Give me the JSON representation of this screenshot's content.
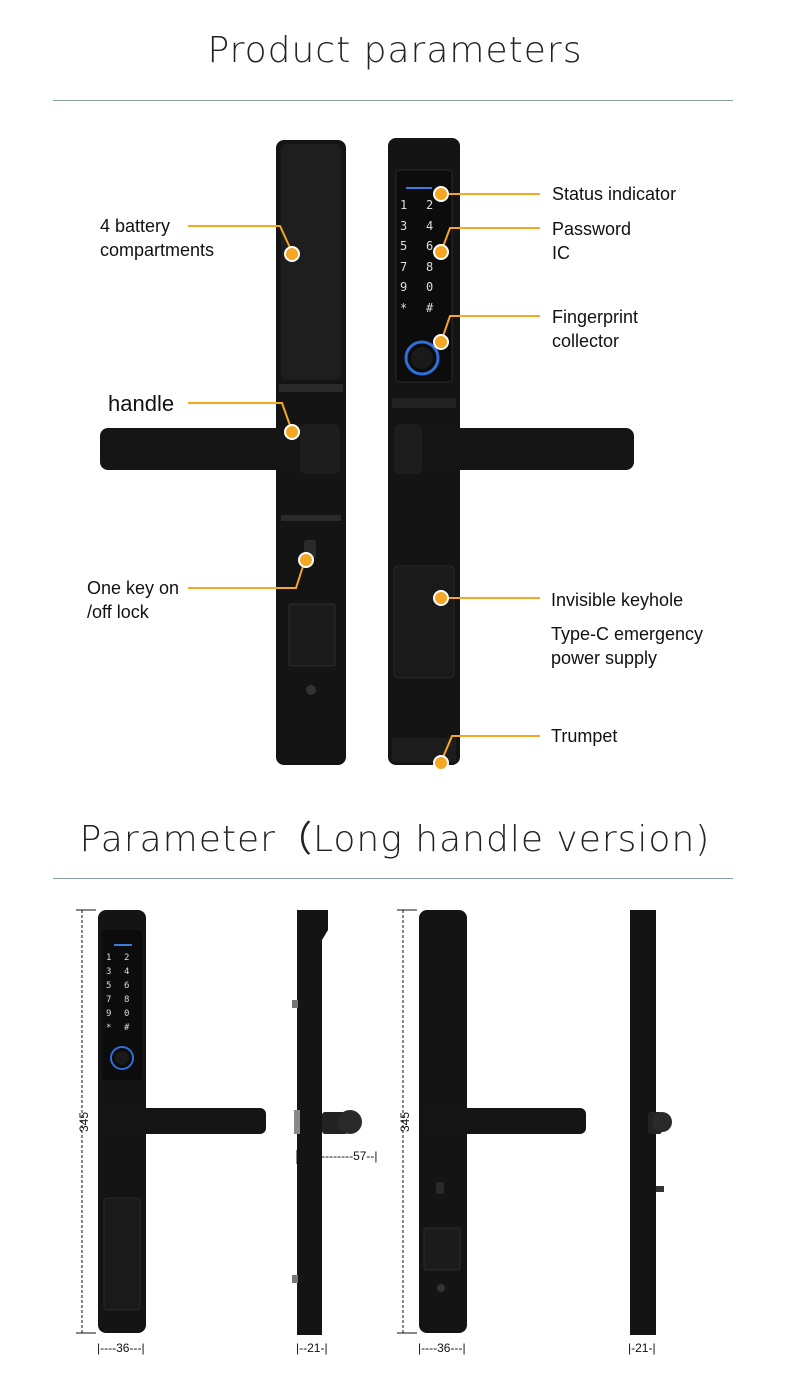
{
  "section1": {
    "title": "Product parameters"
  },
  "section2": {
    "title": "Parameter（Long handle version)"
  },
  "callouts": {
    "battery": [
      "4 battery",
      "compartments"
    ],
    "handle": "handle",
    "onekey": [
      "One key on",
      "/off lock"
    ],
    "status": "Status indicator",
    "password": [
      "Password",
      "IC"
    ],
    "fingerprint": [
      "Fingerprint",
      "collector"
    ],
    "keyhole": "Invisible keyhole",
    "typec": [
      "Type-C emergency",
      "power supply"
    ],
    "trumpet": "Trumpet"
  },
  "keypad": [
    "1",
    "2",
    "3",
    "4",
    "5",
    "6",
    "7",
    "8",
    "9",
    "0",
    "*",
    "#"
  ],
  "dimensions": {
    "height": "345",
    "width_front": "|----36---|",
    "depth_side": "|--21-|",
    "handle_reach": "|-------------57--|",
    "width_back": "|----36---|",
    "depth_side2": "|-21-|"
  },
  "colors": {
    "accent": "#f5a623",
    "body": "#111111",
    "rule": "#8aa0a0",
    "fingerprint_ring": "#2f6fd8"
  }
}
